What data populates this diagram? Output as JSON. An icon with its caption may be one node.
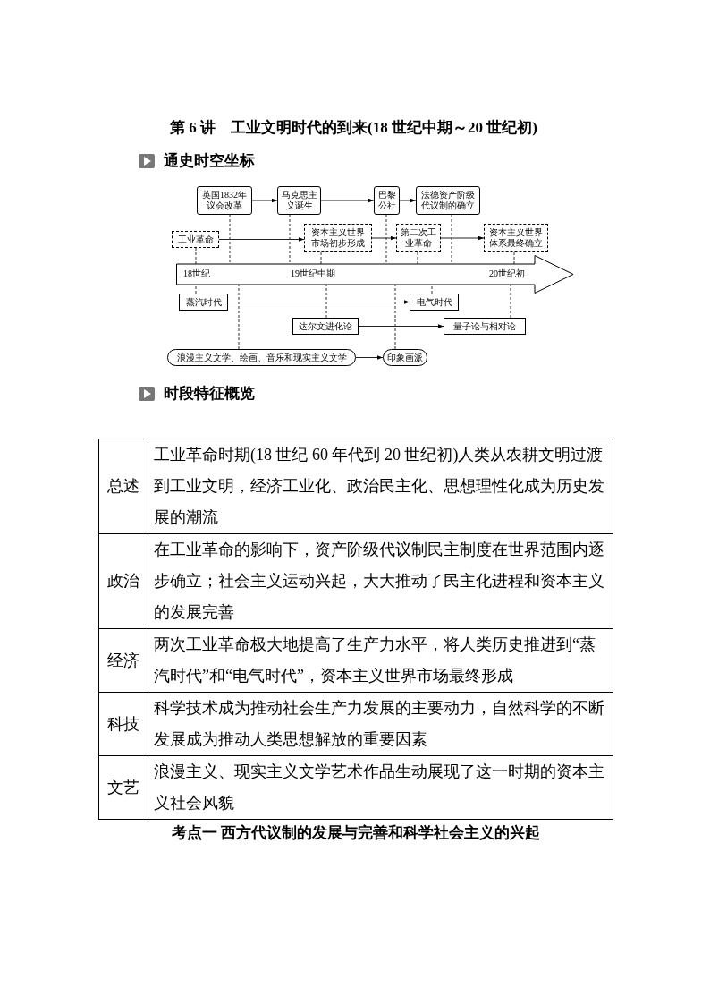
{
  "diagram": {
    "title": "第 6 讲　工业文明时代的到来(18 世纪中期～20 世纪初)",
    "nodes": [
      {
        "text": [
          "英国1832年议会改革"
        ]
      },
      {
        "text": [
          "马克思主义诞生"
        ]
      },
      {
        "text": [
          "巴黎公社"
        ]
      },
      {
        "text": [
          "法德资产阶级代议制的确立"
        ]
      },
      {
        "text": [
          "工业革命"
        ]
      },
      {
        "text": [
          "资本主义世界市场初步形成"
        ]
      },
      {
        "text": [
          "第二次工业革命"
        ]
      },
      {
        "text": [
          "资本主义世界体系最终确立"
        ]
      },
      {
        "text": [
          "18世纪",
          "19世纪中期",
          "20世纪初"
        ]
      },
      {
        "text": [
          "蒸汽时代"
        ]
      },
      {
        "text": [
          "电气时代"
        ]
      },
      {
        "text": [
          "达尔文进化论"
        ]
      },
      {
        "text": [
          "量子论与相对论"
        ]
      },
      {
        "text": [
          "浪漫主义文学、绘画、音乐和现实主义文学"
        ]
      },
      {
        "text": [
          "印象画派"
        ]
      }
    ],
    "edges": [
      {
        "from": 0,
        "to": 1,
        "arrow": "to"
      },
      {
        "from": 1,
        "to": 2,
        "arrow": "to"
      },
      {
        "from": 2,
        "to": 3,
        "arrow": "to"
      },
      {
        "from": 4,
        "to": 5,
        "arrow": "to"
      },
      {
        "from": 5,
        "to": 6,
        "arrow": "to"
      },
      {
        "from": 6,
        "to": 7,
        "arrow": "to"
      },
      {
        "from": 4,
        "to": 8,
        "arrow": "to",
        "style": "dashed"
      },
      {
        "from": 0,
        "to": 8,
        "arrow": "to",
        "style": "dashed"
      },
      {
        "from": 1,
        "to": 8,
        "arrow": "to",
        "style": "dashed"
      },
      {
        "from": 5,
        "to": 8,
        "arrow": "to",
        "style": "dashed"
      },
      {
        "from": 2,
        "to": 8,
        "arrow": "to",
        "style": "dashed"
      },
      {
        "from": 6,
        "to": 8,
        "arrow": "to",
        "style": "dashed"
      },
      {
        "from": 3,
        "to": 8,
        "arrow": "to",
        "style": "dashed"
      },
      {
        "from": 7,
        "to": 8,
        "arrow": "to",
        "style": "dashed"
      },
      {
        "from": 9,
        "to": 10,
        "arrow": "to"
      },
      {
        "from": 11,
        "to": 12,
        "arrow": "to"
      },
      {
        "from": 13,
        "to": 14,
        "arrow": "to"
      },
      {
        "from": 9,
        "to": 8,
        "arrow": "to",
        "style": "dashed"
      },
      {
        "from": 13,
        "to": 8,
        "arrow": "to",
        "style": "dashed"
      },
      {
        "from": 11,
        "to": 8,
        "arrow": "to",
        "style": "dashed"
      },
      {
        "from": 14,
        "to": 8,
        "arrow": "to",
        "style": "dashed"
      },
      {
        "from": 10,
        "to": 8,
        "arrow": "to",
        "style": "dashed"
      },
      {
        "from": 12,
        "to": 8,
        "arrow": "to",
        "style": "dashed"
      }
    ],
    "labels": [
      "通史时空坐标",
      "时段特征概览",
      "总述",
      "工业革命时期(18 世纪 60 年代到 20 世纪初)人类从农耕文明过渡到工业文明，经济工业化、政治民主化、思想理性化成为历史发展的潮流",
      "政治",
      "在工业革命的影响下，资产阶级代议制民主制度在世界范围内逐步确立；社会主义运动兴起，大大推动了民主化进程和资本主义的发展完善",
      "经济",
      "两次工业革命极大地提高了生产力水平，将人类历史推进到“蒸汽时代”和“电气时代”，资本主义世界市场最终形成",
      "科技",
      "科学技术成为推动社会生产力发展的主要动力，自然科学的不断发展成为推动人类思想解放的重要因素",
      "文艺",
      "浪漫主义、现实主义文学艺术作品生动展现了这一时期的资本主义社会风貌",
      "考点一 西方代议制的发展与完善和科学社会主义的兴起"
    ]
  }
}
